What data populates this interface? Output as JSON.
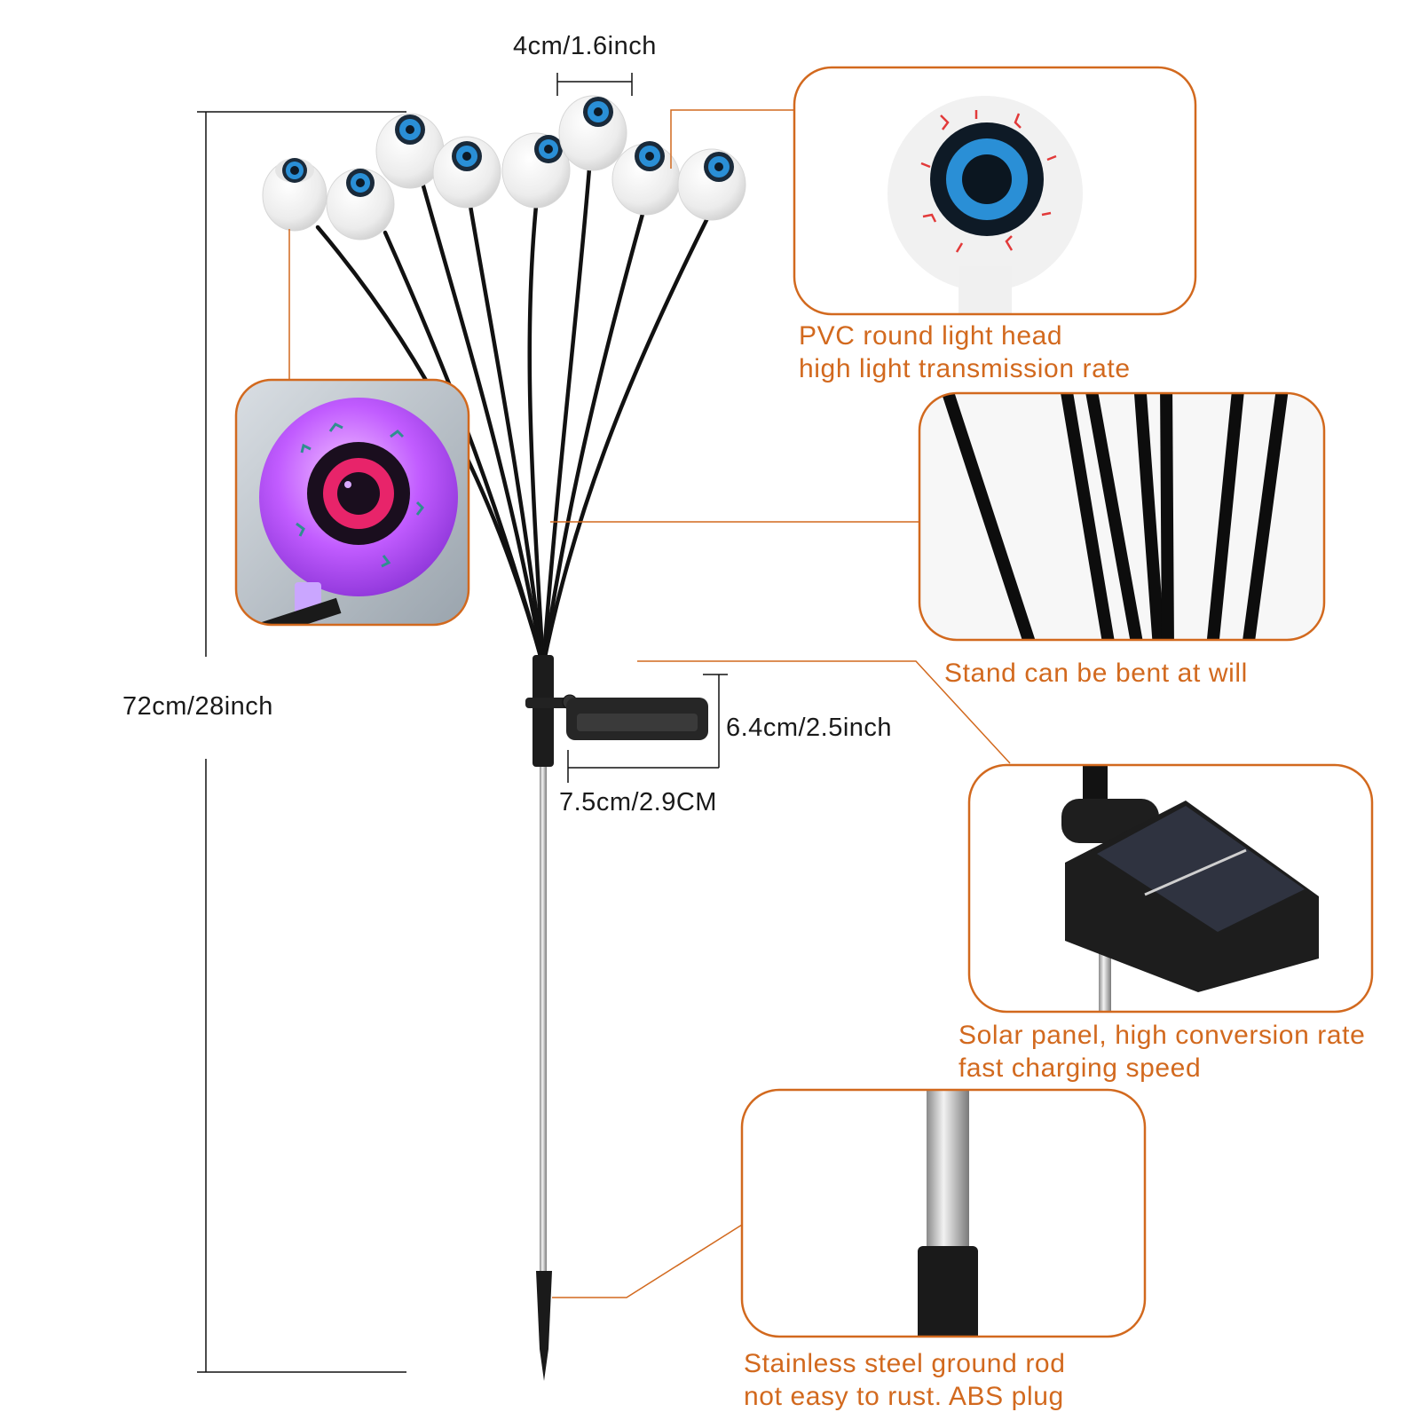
{
  "colors": {
    "accent": "#d2691e",
    "eye_iris": "#2a8fd6",
    "eye_iris_lit": "#e8246a",
    "glow": "#c15cff",
    "stem": "#111111"
  },
  "dimensions": {
    "head_width": "4cm/1.6inch",
    "height": "72cm/28inch",
    "panel_height": "6.4cm/2.5inch",
    "panel_width": "7.5cm/2.9CM"
  },
  "callouts": {
    "light_head": {
      "line1": "PVC round light head",
      "line2": "high light transmission rate"
    },
    "stand": {
      "line1": "Stand can be bent at will"
    },
    "solar": {
      "line1": "Solar panel, high conversion rate",
      "line2": "fast charging speed"
    },
    "rod": {
      "line1": "Stainless steel ground rod",
      "line2": "not easy to rust. ABS plug"
    }
  },
  "product": {
    "eye_count": 8
  }
}
